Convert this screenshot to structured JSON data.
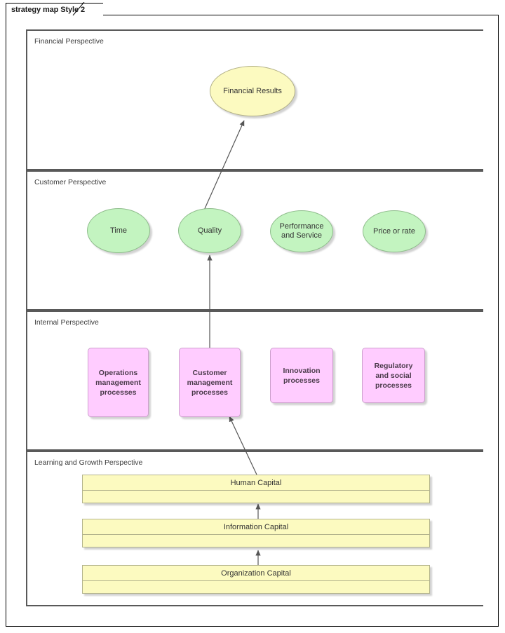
{
  "window": {
    "tab_label": "strategy map Style 2"
  },
  "bands": [
    {
      "id": "financial",
      "label": "Financial Perspective"
    },
    {
      "id": "customer",
      "label": "Customer Perspective"
    },
    {
      "id": "internal",
      "label": "Internal Perspective"
    },
    {
      "id": "learning",
      "label": "Learning and Growth Perspective"
    }
  ],
  "financial": {
    "nodes": [
      {
        "id": "financial-results",
        "label": "Financial Results",
        "shape": "ellipse",
        "color": "#fcfac0"
      }
    ]
  },
  "customer": {
    "nodes": [
      {
        "id": "time",
        "label": "Time",
        "shape": "ellipse",
        "color": "#c3f4c0"
      },
      {
        "id": "quality",
        "label": "Quality",
        "shape": "ellipse",
        "color": "#c3f4c0"
      },
      {
        "id": "performance-and-service",
        "label": "Performance and Service",
        "shape": "ellipse",
        "color": "#c3f4c0"
      },
      {
        "id": "price-or-rate",
        "label": "Price or rate",
        "shape": "ellipse",
        "color": "#c3f4c0"
      }
    ]
  },
  "internal": {
    "nodes": [
      {
        "id": "operations-management-processes",
        "label": "Operations management processes",
        "shape": "rounded-rect",
        "color": "#ffccff"
      },
      {
        "id": "customer-management-processes",
        "label": "Customer management processes",
        "shape": "rounded-rect",
        "color": "#ffccff"
      },
      {
        "id": "innovation-processes",
        "label": "Innovation processes",
        "shape": "rounded-rect",
        "color": "#ffccff"
      },
      {
        "id": "regulatory-and-social-processes",
        "label": "Regulatory and social processes",
        "shape": "rounded-rect",
        "color": "#ffccff"
      }
    ]
  },
  "learning": {
    "nodes": [
      {
        "id": "human-capital",
        "label": "Human Capital",
        "shape": "bar",
        "color": "#fcfac0"
      },
      {
        "id": "information-capital",
        "label": "Information Capital",
        "shape": "bar",
        "color": "#fcfac0"
      },
      {
        "id": "organization-capital",
        "label": "Organization Capital",
        "shape": "bar",
        "color": "#fcfac0"
      }
    ]
  },
  "connections": [
    {
      "from": "quality",
      "to": "financial-results"
    },
    {
      "from": "customer-management-processes",
      "to": "quality"
    },
    {
      "from": "human-capital",
      "to": "customer-management-processes"
    },
    {
      "from": "information-capital",
      "to": "human-capital"
    },
    {
      "from": "organization-capital",
      "to": "information-capital"
    }
  ],
  "colors": {
    "band_border": "#595959",
    "connector": "#555555",
    "frame": "#000000"
  }
}
